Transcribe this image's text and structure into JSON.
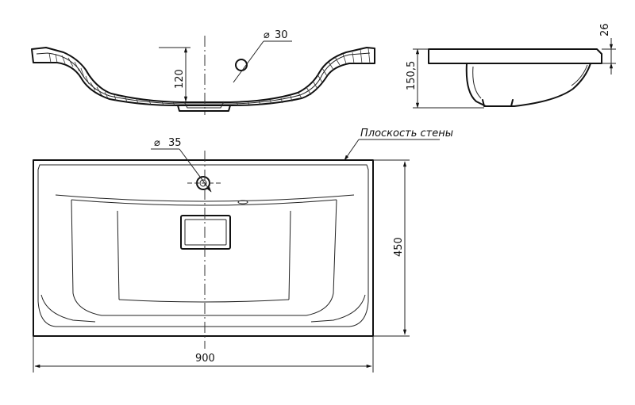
{
  "dimensions": {
    "hole_diameter_top": "30",
    "depth": "120",
    "side_total_height": "150,5",
    "rim_thickness": "26",
    "hole_diameter_plan": "35",
    "depth_plan": "450",
    "width": "900"
  },
  "notes": {
    "wall_plane": "Плоскость стены"
  },
  "symbols": {
    "diameter": "⌀"
  }
}
